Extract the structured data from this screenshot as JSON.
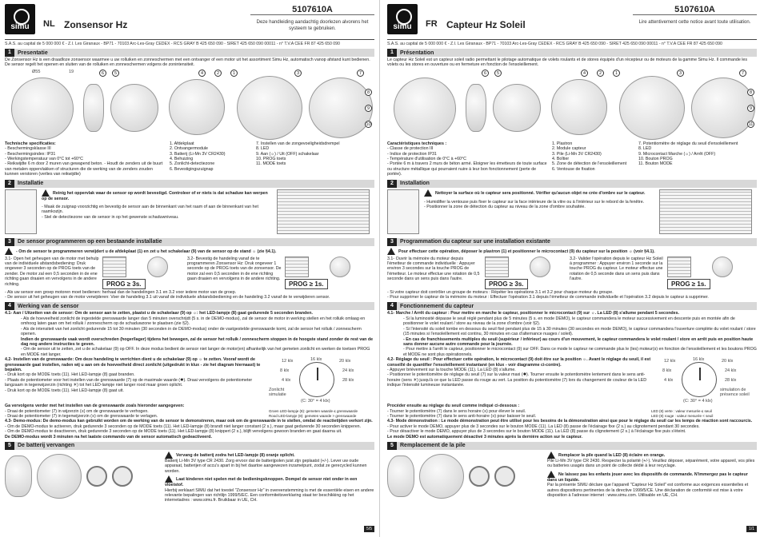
{
  "nl": {
    "lang": "NL",
    "title": "Zonsensor Hz",
    "product_number": "5107610A",
    "note": "Deze handleiding aandachtig doorlezen alvorens het systeem te gebruiken.",
    "company": "S.A.S. au capital de 5 000 000 € - Z.I. Les Giranaux - BP71 - 70103 Arc-Les-Gray CEDEX - RCS GRAY B 425 650 090 - SIRET 425 650 090 00011 - n° T.V.A CEE FR 87 425 650 090",
    "s1_title": "Presentatie",
    "s1_text": "De Zonsensor Hz is een draadloze zonsensor waarmee u uw rolluiken en zonneschermen met een ontvanger of een motor uit het assortiment Simu Hz, automatisch vanop afstand kunt bedienen. De sensor regelt het openen en sluiten van de rolluiken en zonneschermen volgens de zonintensiteit.",
    "dim1": "Ø55",
    "dim2": "19",
    "specs_title": "Technische specificaties:",
    "specs": [
      "- Beschermingsklasse III",
      "- Beschermingsindex: IP31",
      "- Werkingstemperatuur van 0°C tot +60°C",
      "- Reikwijdte 6 m door 2 muren van gewapend beton. - Houdt de zenders uit de buurt van metalen oppervlakken of structuren die de werking van de zenders zouden kunnen verstoren (verlies van reikwijdte)"
    ],
    "parts_a": [
      "1. Afdekplaat",
      "2. Ontvangermodule",
      "3. Batterij (Li-Mn 3V CR2430)",
      "4. Behuizing",
      "5. Zonlicht-detectiezone",
      "6. Bevestigingszuignap"
    ],
    "parts_b": [
      "7. Instellen van de zongevoeligheidsdrempel",
      "8. LED",
      "9. Aan (☼) / Uit (OFF) schakelaar",
      "10. PROG toets",
      "11. MODE toets"
    ],
    "s2_title": "Installatie",
    "s2_warn": "Reinig het oppervlak waar de sensor op wordt bevestigd. Controleer of er niets is dat schaduw kan werpen op de sensor.",
    "s2_list": [
      "- Maak de zuignap voorzichtig en bevestig de sensor aan de binnenkant van het raam of aan de binnenkant van het raamkozijn.",
      "- Stel de detectiezone van de sensor in op het gewenste schaduwniveau."
    ],
    "s3_title": "De sensor programmeren op een bestaande installatie",
    "s3_lead": "- Om de sensor te programmeren verwijdert u de afdekplaat (1) en zet u het schakelaar (9) van de sensor op de stand ☼ (zie §4.1).",
    "s3_step1": "3.1- Open het geheugen van de motor met behulp van de individuele afstandsbediening: Druk ongeveer 3 seconden op de PROG toets van de zender. De motor zal een 0,5 seconden in de ene richting gaan draaien en vervolgens in de andere richting.",
    "s3_step2": "3.2- Bevestig de handeling vanaf de te programmeren Zonsensor Hz: Druk ongeveer 1 seconde op de PROG toets van de zonsensor. De motor zal een 0,5 seconden in de ene richting gaan draaien en vervolgens in de andere richting.",
    "prog3": "PROG ≥ 3s.",
    "prog1": "PROG ≥ 1s.",
    "s3_after": [
      "- Als uw sensor een groep motoren moet bedienen: herhaal dan de handelingen 3.1 en 3.2 voor iedere motor van de groep.",
      "- De sensor uit het geheugen van de motor verwijderen: Voer de handeling 3.1 uit vanaf de individuele afstandsbediening en de handeling 3.2 vanaf de te verwijderen sensor."
    ],
    "s4_title": "Werking van de sensor",
    "s4_1": "4.1- Aan / Uitzetten van de sensor: Om de sensor aan te zetten, plaatst u de schakelaar (9) op ☼: het LED-lampje (8) gaat gedurende 5 seconden branden.",
    "s4_1_list": [
      "- Als de hoeveelheid zonlicht de ingestelde grenswaarde langer dan 5 minuten overschrijdt (5 s. in de DEMO-modus), zal de sensor de motor in werking stellen en het rolluik omlaag en omhoog laten gaan om het rolluik / zonnescherm op de schaduwzone te plaatsen (zie §2).",
      "- Als de intensiteit van het zonlicht gedurende 15 tot 30 minuten (30 seconden in de DEMO-modus) onder de vastgestelde grenswaarde komt, zal de sensor het rolluik / zonnescherm openen.",
      "Indien de grenswaarde vaak wordt overschreden (hoger/lager) tijdens het bewegen, zal de sensor het rolluik / zonnescherm stoppen in de hoogste stand zonder de rest van de dag nog andere instructies te geven.",
      "- Om de sensor uit te zetten, zet u de schakelaar (9) op OFF. In deze modus bedient de sensor niet langer de motor(en) afhankelijk van het gemeten zonlicht en werken de toetsen PROG en MODE niet langer."
    ],
    "s4_2": "4.2- Instellen van de grenswaarde: Om deze handeling te verrichten dient u de schakelaar (9) op ☼ te zetten. Vooraf wordt de grenswaarde gaat instellen, raden wij u aan om de hoeveelheid direct zonlicht (uitgedrukt in klux - zie het diagram hiernaast) te bepalen.",
    "s4_2_list": [
      "- Druk kort op de MODE toets (11). Het LED-lampje (8) gaat branden.",
      "- Plaats de potentiometer voor het instellen van de grenswaarde (7) op de maximale waarde (✹). Draai vervolgens de potentiometer langzaam in tegenwijzerzin (richting ☀) tot het LED-lampje niet langer rood maar groen oplicht.",
      "- Druk kort op de MODE toets (11). Het LED-lampje (8) gaat uit."
    ],
    "s4_tips": [
      "Ga vervolgens verder met het instellen van de grenswaarde zoals hieronder aangegeven:",
      "- Draai de potentiometer (7) in wijzerzin (≡) om de grenswaarde te verhogen.",
      "- Draai de potentiometer (7) in tegenwijzerzin (≡) om de grenswaarde te verlagen."
    ],
    "s4_3": "4.3- Demo-modus: De demo-modus kan gebruikt worden om de werking van de sensor te demonstreren, maar ook om de grenswaarde in te stellen, omdat de reactietijden verkort zijn.",
    "s4_3_list": [
      "- Om de DEMO-modus te activeren, druk gedurende 3 seconden op de MODE toets (11). Het LED-lampje (8) brandt niet langer constant (2 s.), maar gaat gedurende 30 seconden knipperen.",
      "- Om de DEMO-modus te deactiveren, druk gedurende 3 seconden op de MODE toets (11). Het LED-lampje (8) knippert (2 s.), blijft vervolgens gewoon branden en gaat daarna uit.",
      "De DEMO-modus wordt 3 minuten na het laatste commando van de sensor automatisch gedeactiveerd."
    ],
    "klux": [
      "12 klx",
      "16 klx",
      "20 klx",
      "8 klx",
      "24 klx",
      "4 klx",
      "28 klx",
      "+ Ω",
      "-"
    ],
    "dial_caption": "Zonlicht simulatie",
    "temp": "(C: 30° = 4 klx)",
    "led_legend": [
      "Groen LED-lampje (8): gemeten waarde ≤ grenswaarde",
      "Rood LED-lampje (8): gemeten waarde > grenswaarde"
    ],
    "s5_title": "De batterij vervangen",
    "s5_warn": "Vervang de batterij zodra het LED-lampje (8) oranje oplicht.",
    "s5_text": "Batterij Li-Mn 3V type CR 2430. Zorg ervoor dat de batterijpolen juist zijn geplaatst (+/-). Lever uw oude apparaat, batterijen of accu's apart in bij het daartoe aangewezen inzamelpunt, zodat ze gerecycled kunnen worden.",
    "s5_warn2": "Laat kinderen niet spelen met de bedieningsknoppen. Dompel de sensor niet onder in een vloeistof.",
    "s5_text2": "Hierbij verklaart SIMU dat het toestel \"Zonsensor Hz\" in overeenstemming is met de essentiële eisen en andere relevante bepalingen van richtlijn 1999/5/EC. Een conformiteitsverklaring staat ter beschikking op het internetadres : www.simu.fr. Bruikbaar in UE, CH.",
    "page_no": "5/5"
  },
  "fr": {
    "lang": "FR",
    "title": "Capteur Hz Soleil",
    "product_number": "5107610A",
    "note": "Lire attentivement cette notice avant toute utilisation.",
    "company": "S.A.S. au capital de 5 000 000 € - Z.I. Les Giranaux - BP71 - 70103 Arc-Les-Gray CEDEX - RCS GRAY B 425 650 090 - SIRET 425 650 090 00011 - n° T.V.A CEE FR 87 425 650 090",
    "s1_title": "Présentation",
    "s1_text": "Le capteur Hz Soleil est un capteur soleil radio permettant le pilotage automatique de volets roulants et de stores équipés d'un récepteur ou de moteurs de la gamme Simu Hz. Il commande les volets ou les stores en ouverture ou en fermeture en fonction de l'ensoleillement.",
    "specs_title": "Caractéristiques techniques :",
    "specs": [
      "- Classe de protection III",
      "- Indice de protection IP31",
      "- Température d'utilisation de 0°C à +60°C",
      "- Portée 6 m à travers 2 murs de béton armé. Eloigner les émetteurs de toute surface ou structure métallique qui pourraient nuire à leur bon fonctionnement (perte de portée)."
    ],
    "parts_a": [
      "1. Plastron",
      "2. Module capteur",
      "3. Pile (Li-Mn 3V CR2430)",
      "4. Boîtier",
      "5. Zone de détection de l'ensoleillement",
      "6. Ventouse de fixation"
    ],
    "parts_b": [
      "7. Potentiomètre de réglage du seuil d'ensoleillement",
      "8. LED",
      "9. Microcontact Marche (☼) / Arrêt (OFF)",
      "10. Bouton PROG",
      "11. Bouton MODE"
    ],
    "s2_title": "Installation",
    "s2_warn": "Nettoyer la surface où le capteur sera positionné. Vérifier qu'aucun objet ne crée d'ombre sur le capteur.",
    "s2_list": [
      "- Humidifier la ventouse puis fixer le capteur sur la face intérieure de la vitre ou à l'intérieur sur le rebord de la fenêtre.",
      "- Positionner la zone de détection du capteur au niveau de la zone d'ombre souhaitée."
    ],
    "s3_title": "Programmation du capteur sur une installation existante",
    "s3_lead": "Pour effectuer cette opération, déposer le plastron (1) et positionner le microcontact (9) du capteur sur la position ☼ (voir §4.1).",
    "s3_step1": "3.1- Ouvrir la mémoire du moteur depuis l'émetteur de commande individuelle : Appuyer environ 3 secondes sur la touche PROG de l'émetteur. Le moteur effectue une rotation de 0,5 seconde dans un sens puis dans l'autre.",
    "s3_step2": "3.2- Valider l'opération depuis le capteur Hz Soleil à programmer : Appuyer environ 1 seconde sur la touche PROG du capteur. Le moteur effectue une rotation de 0,5 seconde dans un sens puis dans l'autre.",
    "prog3": "PROG ≥ 3s.",
    "prog1": "PROG ≥ 1s.",
    "s3_after": [
      "- Si votre capteur doit contrôler un groupe de moteurs : Répéter les opérations 3.1 et 3.2 pour chaque moteur du groupe.",
      "- Pour supprimer le capteur de la mémoire du moteur : Effectuer l'opération 3.1 depuis l'émetteur de commande individuelle et l'opération 3.2 depuis le capteur à supprimer."
    ],
    "s4_title": "Fonctionnement du capteur",
    "s4_1": "4.1- Marche / Arrêt du capteur : Pour mettre en marche le capteur, positionner le microcontact (9) sur ☼. La LED (8) s'allume pendant 5 secondes.",
    "s4_1_list": [
      "- Si la luminosité dépasse le seuil réglé pendant plus de 5 minutes (5 s. en mode DEMO), le capteur commandera le moteur successivement en descente puis en montée afin de positionner le volet roulant / store au niveau de la zone d'ombre (voir §2).",
      "- Si l'intensité du soleil tombe en dessous du seuil fixé pendant plus de 15 à 30 minutes (30 secondes en mode DEMO), le capteur commandera l'ouverture complète du volet roulant / store (15 minutes si l'ensoleillement est continu, 30 minutes en cas d'alternance nuages / soleil).",
      "- En cas de franchissements multiples du seuil (supérieur / inférieur) au cours d'un mouvement, le capteur commandera le volet roulant / store en arrêt puis en position haute sans donner aucune autre commande pour la journée.",
      "- Pour mettre à l'arrêt le capteur, positionner le microcontact (9) sur OFF. Dans ce mode le capteur ne commande plus le (les) moteur(s) en fonction de l'ensoleillement et les boutons PROG et MODE ne sont plus opérationnels."
    ],
    "s4_2": "4.2- Réglage du seuil : Pour effectuer cette opération, le microcontact (9) doit être sur la position ☼. Avant le réglage du seuil, il est conseillé de quantifier l'ensoleillement instantané (en klux - voir diagramme ci-contre).",
    "s4_2_list": [
      "- Appuyer brièvement sur la touche MODE (11). La LED (8) s'allume.",
      "- Positionner le potentiomètre de réglage du seuil (7) sur la valeur maxi (✹). Tourner ensuite le potentiomètre lentement dans le sens anti-horaire (sens ☀) jusqu'à ce que la LED passe du rouge au vert. La position du potentiomètre (7) lors du changement de couleur de la LED indique l'intensité lumineuse instantanée."
    ],
    "s4_tips": [
      "Procéder ensuite au réglage du seuil comme indiqué ci-dessous :",
      "- Tourner le potentiomètre (7) dans le sens horaire (≡) pour élever le seuil.",
      "- Tourner le potentiomètre (7) dans le sens anti-horaire (≡) pour baisser le seuil."
    ],
    "s4_3": "4.3- Mode démonstration : Le mode démonstration peut être utilisé pour les besoins de la démonstration ainsi que pour le réglage du seuil car les temps de réaction sont raccourcis.",
    "s4_3_list": [
      "- Pour activer le mode DEMO, appuyer plus de 3 secondes sur le bouton MODE (11). La LED (8) passe de l'éclairage fixe (2 s.) au clignotement pendant 30 secondes.",
      "- Pour désactiver le mode DEMO, appuyer plus de 3 secondes sur le bouton MODE (11). La LED (8) passe du clignotement (2 s.) à l'éclairage fixe puis s'éteint.",
      "Le mode DEMO est automatiquement désactivé 3 minutes après la dernière action sur le capteur."
    ],
    "klux": [
      "12 klx",
      "16 klx",
      "20 klx",
      "8 klx",
      "24 klx",
      "4 klx",
      "28 klx",
      "+ Ω",
      "-"
    ],
    "dial_caption": "simulation de présence soleil",
    "temp": "(C: 30° = 4 klx)",
    "led_legend": [
      "LED (8) verte : valeur mesurée ≤ seuil",
      "LED (8) rouge : valeur mesurée < seuil"
    ],
    "s5_title": "Remplacement de la pile",
    "s5_warn": "Remplacer la pile quand la LED (8) éclaire en orange.",
    "s5_text": "Pile Li-Mn 3V type CR 2430. Respecter la polarité (+/-). Veuillez déposer, séparément, votre appareil, vos piles ou batteries usagés dans un point de collecte dédié à leur recyclage.",
    "s5_warn2": "Ne laissez pas les enfants jouer avec les dispositifs de commande. N'immergez pas le capteur dans un liquide.",
    "s5_text2": "Par la présente SIMU déclare que l'appareil \"Capteur Hz Soleil\" est conforme aux exigences essentielles et autres dispositions pertinentes de la directive 1999/5/CE. Une déclaration de conformité est mise à votre disposition à l'adresse internet : www.simu.com. Utilisable en UE, CH.",
    "page_no": "1/1"
  },
  "brand": "simu",
  "callouts": [
    "1",
    "2",
    "3",
    "4",
    "5",
    "6",
    "7",
    "8",
    "9",
    "10",
    "11"
  ]
}
